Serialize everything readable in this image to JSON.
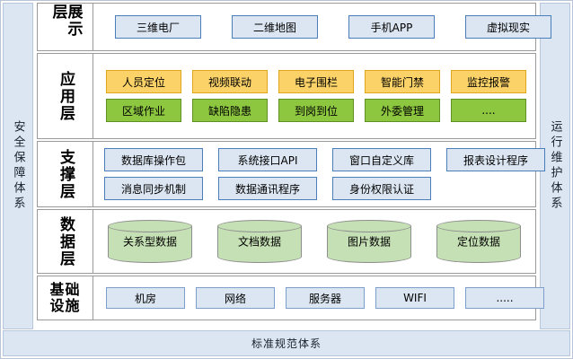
{
  "bands": {
    "left_label": "安全保障体系",
    "right_label": "运行维护体系",
    "bottom_label": "标准规范体系"
  },
  "colors": {
    "band_fill": "#dce6f2",
    "band_border": "#b6c6dd",
    "blue_fill": "#dce6f2",
    "blue_border": "#4a7ebb",
    "orange_fill": "#fbd268",
    "orange_border": "#e0a71c",
    "green_fill": "#8dc63f",
    "green_border": "#5f9025",
    "cylinder_fill": "#c5e0b4",
    "cylinder_border": "#8f8f8f",
    "layer_border": "#9a9a9a"
  },
  "layers": [
    {
      "id": "presentation",
      "label": "展示层",
      "rows": [
        {
          "items": [
            {
              "text": "三维电厂"
            },
            {
              "text": "二维地图"
            },
            {
              "text": "手机APP"
            },
            {
              "text": "虚拟现实"
            }
          ]
        }
      ]
    },
    {
      "id": "application",
      "label": "应用层",
      "rows": [
        {
          "items": [
            {
              "text": "人员定位"
            },
            {
              "text": "视频联动"
            },
            {
              "text": "电子围栏"
            },
            {
              "text": "智能门禁"
            },
            {
              "text": "监控报警"
            }
          ]
        },
        {
          "items": [
            {
              "text": "区域作业"
            },
            {
              "text": "缺陷隐患"
            },
            {
              "text": "到岗到位"
            },
            {
              "text": "外委管理"
            },
            {
              "text": "...."
            }
          ]
        }
      ]
    },
    {
      "id": "support",
      "label": "支撑层",
      "rows": [
        {
          "items": [
            {
              "text": "数据库操作包"
            },
            {
              "text": "系统接口API"
            },
            {
              "text": "窗口自定义库"
            },
            {
              "text": "报表设计程序"
            }
          ]
        },
        {
          "items": [
            {
              "text": "消息同步机制"
            },
            {
              "text": "数据通讯程序"
            },
            {
              "text": "身份权限认证"
            }
          ]
        }
      ]
    },
    {
      "id": "data",
      "label": "数据层",
      "rows": [
        {
          "items": [
            {
              "text": "关系型数据"
            },
            {
              "text": "文档数据"
            },
            {
              "text": "图片数据"
            },
            {
              "text": "定位数据"
            }
          ]
        }
      ]
    },
    {
      "id": "infrastructure",
      "label": "基础设施",
      "label_lines": [
        "基础",
        "设施"
      ],
      "rows": [
        {
          "items": [
            {
              "text": "机房"
            },
            {
              "text": "网络"
            },
            {
              "text": "服务器"
            },
            {
              "text": "WIFI"
            },
            {
              "text": "....."
            }
          ]
        }
      ]
    }
  ]
}
